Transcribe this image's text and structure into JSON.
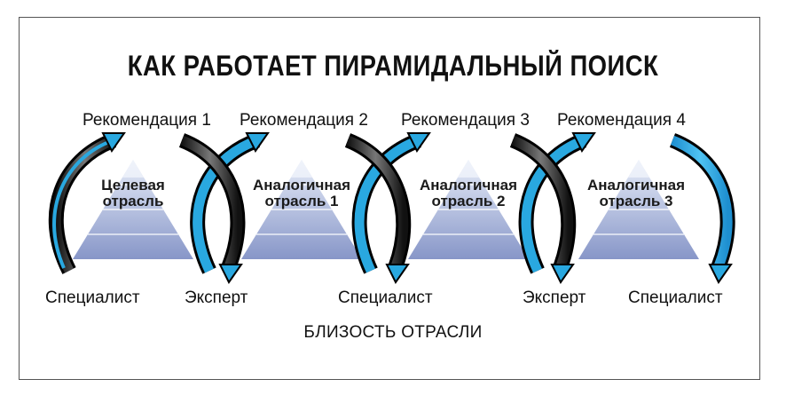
{
  "title": "КАК РАБОТАЕТ ПИРАМИДАЛЬНЫЙ ПОИСК",
  "recommendations": [
    "Рекомендация 1",
    "Рекомендация 2",
    "Рекомендация 3",
    "Рекомендация 4"
  ],
  "pyramids": [
    {
      "line1": "Целевая",
      "line2": "отрасль"
    },
    {
      "line1": "Аналогичная",
      "line2": "отрасль 1"
    },
    {
      "line1": "Аналогичная",
      "line2": "отрасль 2"
    },
    {
      "line1": "Аналогичная",
      "line2": "отрасль 3"
    }
  ],
  "roles": [
    "Специалист",
    "Эксперт",
    "Специалист",
    "Эксперт",
    "Специалист"
  ],
  "axis_label": "БЛИЗОСТЬ ОТРАСЛИ",
  "colors": {
    "arrow_blue": "#29a8e0",
    "arrow_dark": "#1c1c1c",
    "pyramid_top": "#dde4f4",
    "pyramid_bottom": "#8a98cc"
  }
}
